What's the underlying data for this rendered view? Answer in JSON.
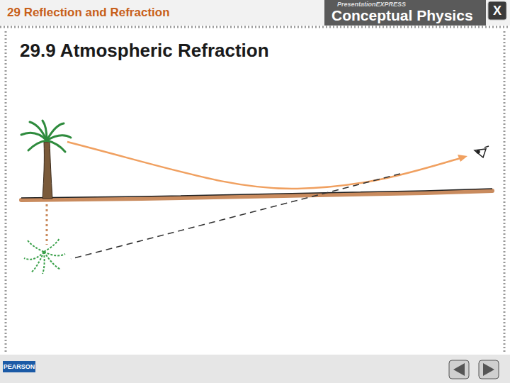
{
  "diagram": {
    "title": "29.9 Atmospheric Refraction",
    "labels": [
      "29 Reflection and Refraction",
      "PresentationEXPRESS",
      "Conceptual Physics",
      "X",
      "PEARSON"
    ]
  }
}
